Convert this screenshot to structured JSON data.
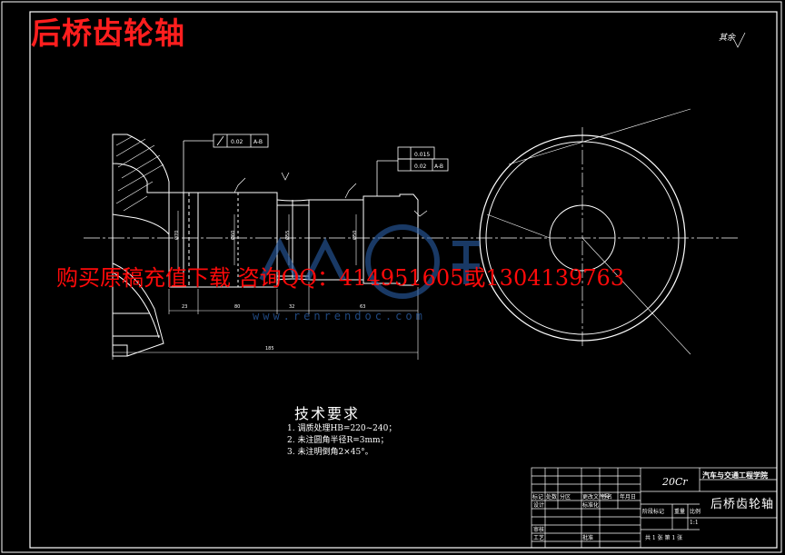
{
  "title": "后桥齿轮轴",
  "notice": "购买原稿充值下载 咨询QQ：414951605或1304139763",
  "watermark": {
    "url": "www.renrendoc.com"
  },
  "technical_requirements": {
    "title": "技术要求",
    "items": [
      "1. 调质处理HB=220~240；",
      "2. 未注圆角半径R=3mm；",
      "3. 未注明倒角2×45°。"
    ]
  },
  "title_block": {
    "material": "20Cr",
    "school": "汽车与交通工程学院",
    "part_name": "后桥齿轮轴",
    "scale": "1:1",
    "sheet_info": "共 1 张   第 1 张",
    "row_labels": [
      "标记",
      "处数",
      "分区",
      "更改文件号",
      "签名",
      "年月日"
    ],
    "side_labels": [
      "设计",
      "审核",
      "工艺",
      "标准化",
      "批准"
    ],
    "col_labels": [
      "阶段标记",
      "重量",
      "比例"
    ]
  },
  "annotations": {
    "tolerance_1": "0.02",
    "datum_1": "A-B",
    "tolerance_2": "0.015",
    "tolerance_3": "0.02",
    "datum_2": "A-B",
    "overall_length": "185",
    "roughness_corner": "其余"
  }
}
